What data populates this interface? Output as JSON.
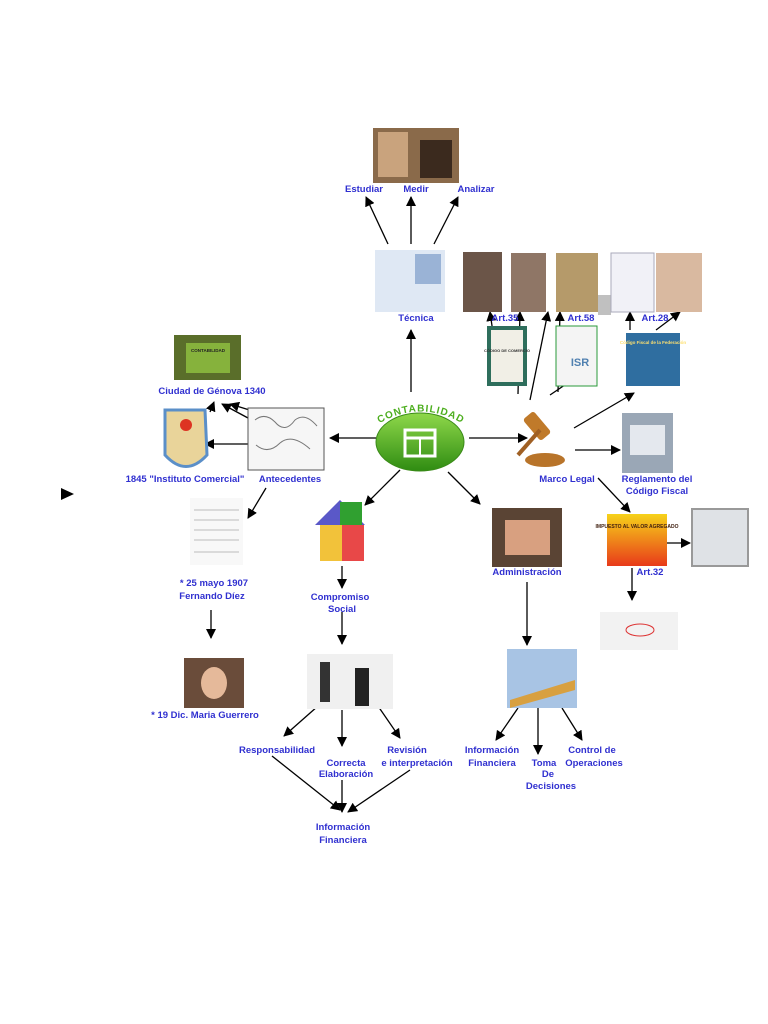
{
  "center": {
    "title": "CONTABILIDAD",
    "color": "#4cae1e"
  },
  "label_color": "#3030d0",
  "labels": {
    "estudiar": "Estudiar",
    "medir": "Medir",
    "analizar": "Analizar",
    "tecnica": "Técnica",
    "art35": "Art.35",
    "art58": "Art.58",
    "art28": "Art.28",
    "genova": "Ciudad de Génova  1340",
    "instituto": "1845  \"Instituto Comercial\"",
    "antecedentes": "Antecedentes",
    "marco_legal": "Marco Legal",
    "reglamento": [
      "Reglamento del",
      "Código Fiscal"
    ],
    "fernando": [
      "* 25 mayo 1907",
      "Fernando Díez"
    ],
    "compromiso": [
      "Compromiso",
      "Social"
    ],
    "administracion": "Administración",
    "art32": "Art.32",
    "maria": "* 19 Dic. Maria Guerrero",
    "responsabilidad": "Responsabilidad",
    "correcta": [
      "Correcta",
      "Elaboración"
    ],
    "revision": [
      "Revisión",
      "e interpretación"
    ],
    "info_fin_admin": [
      "Información",
      "Financiera"
    ],
    "toma": [
      "Toma",
      "De",
      "Decisiones"
    ],
    "control": [
      "Control de",
      "Operaciones"
    ],
    "info_fin": [
      "Información",
      "Financiera"
    ]
  },
  "image_texts": {
    "contabilidad_book": "CONTABILIDAD",
    "codigo_comercio": "CÓDIGO DE COMERCIO",
    "isr": "ISR",
    "codigo_fiscal": "Código Fiscal de la Federación",
    "iva": "IMPUESTO AL VALOR AGREGADO"
  }
}
